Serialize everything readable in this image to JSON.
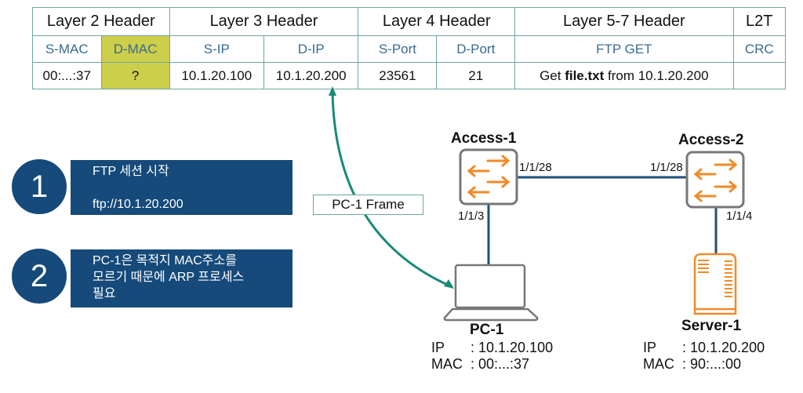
{
  "frame_table": {
    "headers": [
      {
        "label": "Layer 2 Header",
        "span": 2
      },
      {
        "label": "Layer 3 Header",
        "span": 2
      },
      {
        "label": "Layer 4 Header",
        "span": 2
      },
      {
        "label": "Layer 5-7 Header",
        "span": 1
      },
      {
        "label": "L2T",
        "span": 1
      }
    ],
    "fields": [
      "S-MAC",
      "D-MAC",
      "S-IP",
      "D-IP",
      "S-Port",
      "D-Port",
      "FTP GET",
      "CRC"
    ],
    "values": {
      "s_mac": "00:...:37",
      "d_mac": "?",
      "s_ip": "10.1.20.100",
      "d_ip": "10.1.20.200",
      "s_port": "23561",
      "d_port": "21",
      "payload_prefix": "Get ",
      "payload_file": "file.txt",
      "payload_suffix": " from 10.1.20.200",
      "crc": ""
    },
    "highlight_color": "#cdce4a"
  },
  "steps": [
    {
      "number": "1",
      "line1": "FTP 세션 시작",
      "line2": "ftp://10.1.20.200"
    },
    {
      "number": "2",
      "lines": [
        "PC-1은 목적지 MAC주소를",
        "모르기 때문에 ARP 프로세스",
        "필요"
      ]
    }
  ],
  "frame_label": "PC-1 Frame",
  "devices": {
    "access1": {
      "name": "Access-1",
      "port_uplink": "1/1/28",
      "port_down": "1/1/3"
    },
    "access2": {
      "name": "Access-2",
      "port_uplink": "1/1/28",
      "port_down": "1/1/4"
    },
    "pc1": {
      "name": "PC-1",
      "ip_label": "IP",
      "ip": ": 10.1.20.100",
      "mac_label": "MAC",
      "mac": ": 00:...:37"
    },
    "server1": {
      "name": "Server-1",
      "ip_label": "IP",
      "ip": ": 10.1.20.200",
      "mac_label": "MAC",
      "mac": ": 90:...:00"
    }
  },
  "colors": {
    "step_bg": "#154a7a",
    "link": "#1f4f7a",
    "arrow": "#1a8a78",
    "switch_arrow": "#f08a2a",
    "server": "#f08a2a"
  }
}
